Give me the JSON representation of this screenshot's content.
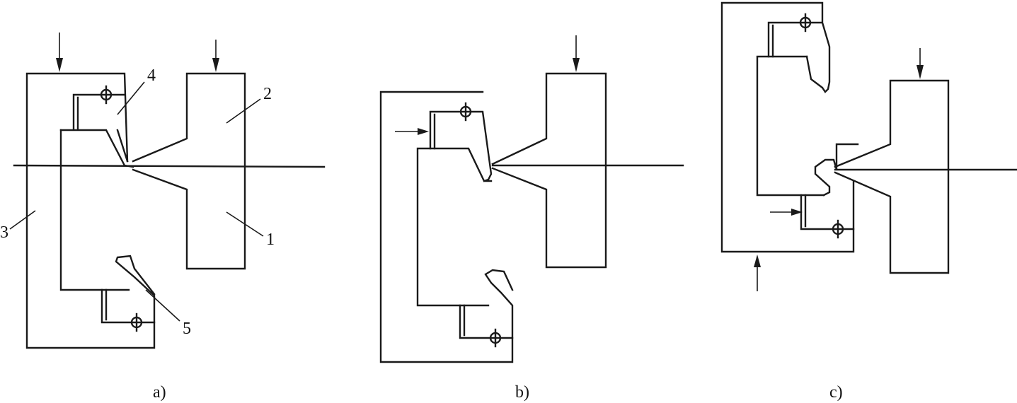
{
  "panels": [
    {
      "caption": "a)",
      "labels": [
        "1",
        "2",
        "3",
        "4",
        "5"
      ]
    },
    {
      "caption": "b)"
    },
    {
      "caption": "c)"
    }
  ],
  "colors": {
    "line": "#1a1a1a",
    "background": "#ffffff"
  }
}
